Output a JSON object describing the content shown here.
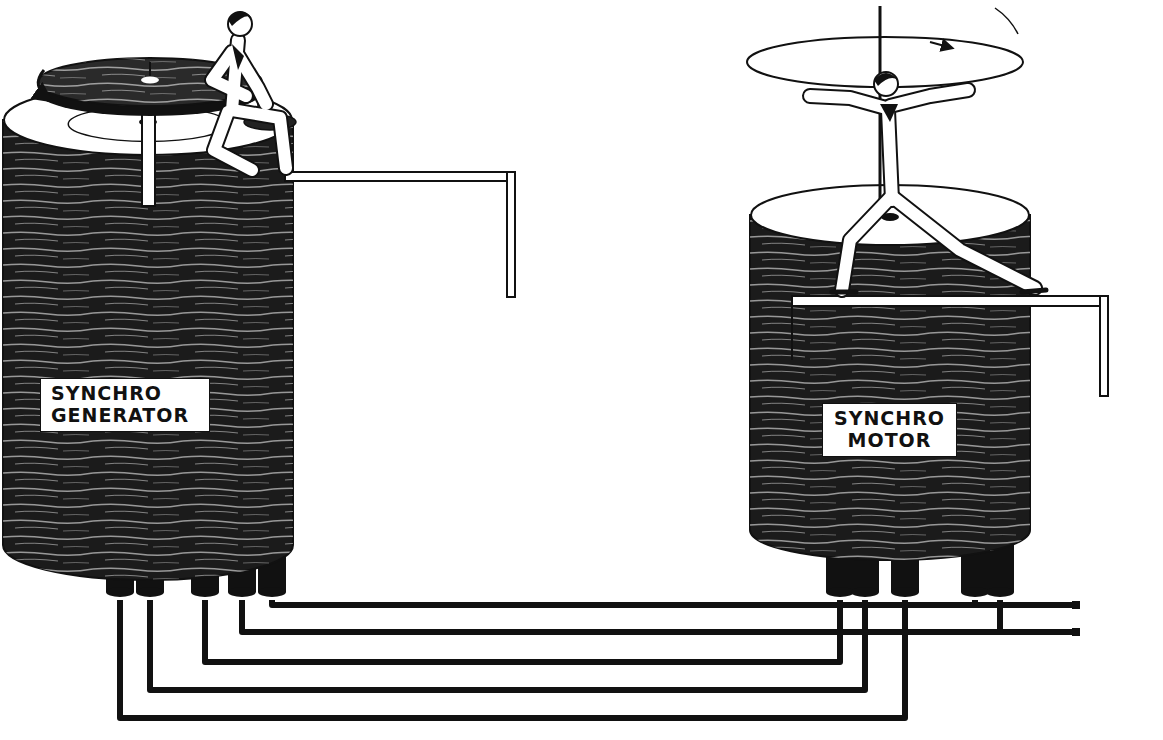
{
  "diagram": {
    "nodes": [
      {
        "text": [
          "SYNCHRO GENERATOR"
        ]
      },
      {
        "text": [
          "SYNCHRO MOTOR"
        ]
      }
    ],
    "edges": [
      {
        "from": 0,
        "to": 1,
        "arrow": "none"
      },
      {
        "from": 0,
        "to": 1,
        "arrow": "none"
      },
      {
        "from": 0,
        "to": 1,
        "arrow": "none"
      },
      {
        "from": 0,
        "to": 1,
        "arrow": "none"
      },
      {
        "from": 0,
        "to": 1,
        "arrow": "none"
      }
    ]
  }
}
